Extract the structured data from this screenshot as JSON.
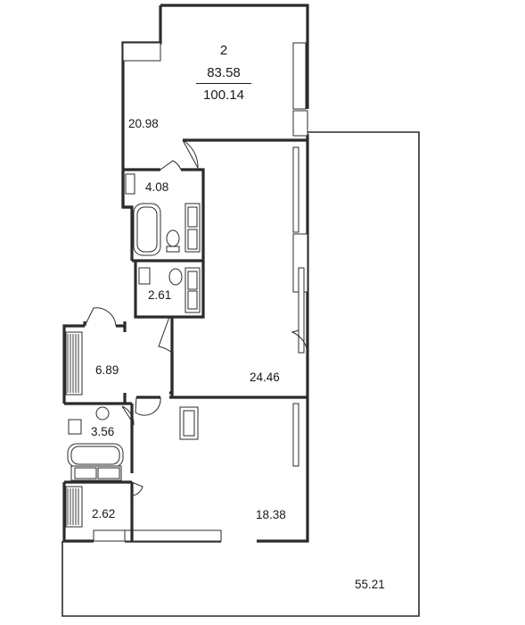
{
  "summary": {
    "rooms": "2",
    "living_area": "83.58",
    "total_area": "100.14"
  },
  "rooms": {
    "living_room_top": "20.98",
    "bathroom_upper": "4.08",
    "wc_middle": "2.61",
    "hall": "6.89",
    "living_room_main": "24.46",
    "bathroom_lower": "3.56",
    "storage": "2.62",
    "bedroom": "18.38",
    "terrace": "55.21"
  }
}
